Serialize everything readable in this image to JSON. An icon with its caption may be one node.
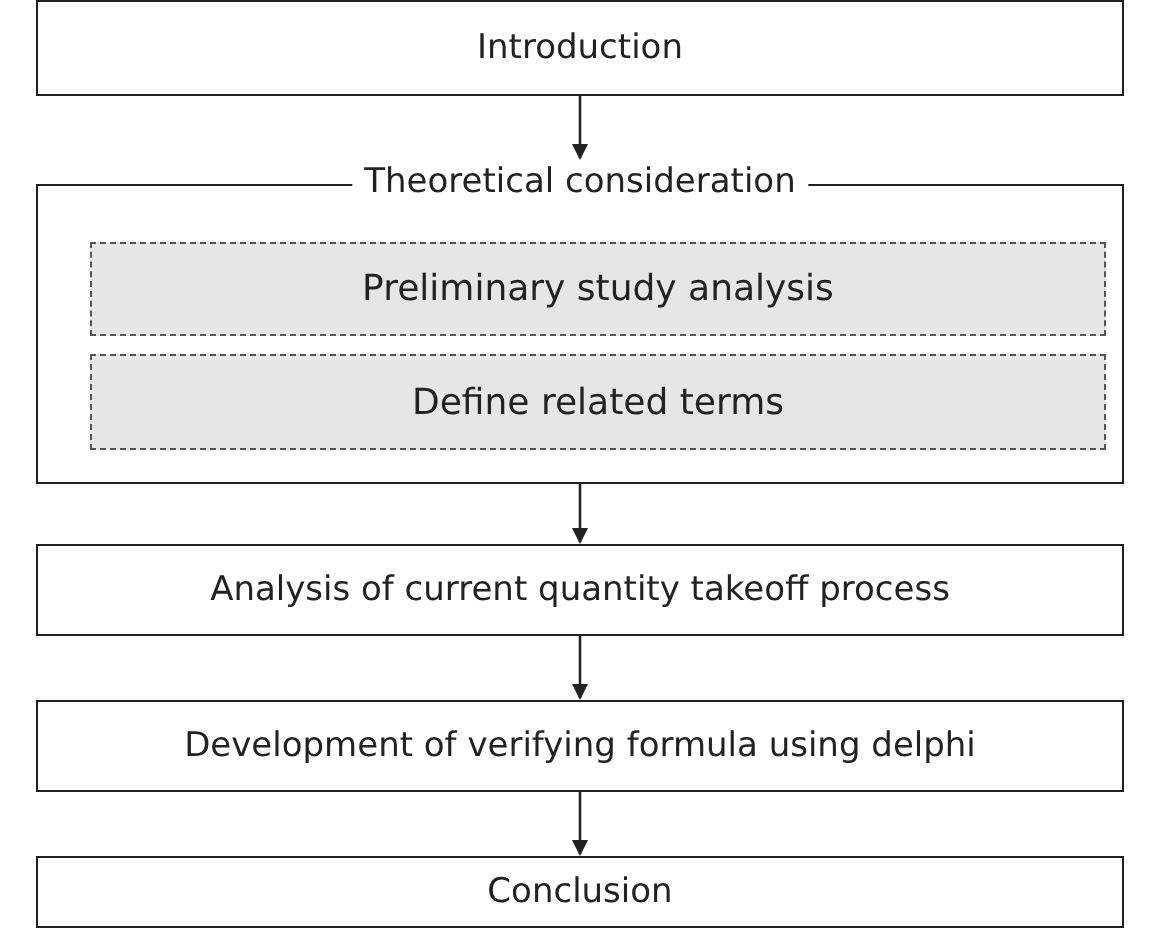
{
  "diagram": {
    "nodes": [
      {
        "text": [
          "Introduction"
        ]
      },
      {
        "text": [
          "Theoretical consideration"
        ]
      },
      {
        "text": [
          "Preliminary study analysis"
        ],
        "in": 1
      },
      {
        "text": [
          "Define related terms"
        ],
        "in": 1
      },
      {
        "text": [
          "Analysis of current quantity takeoff process"
        ]
      },
      {
        "text": [
          "Development of verifying formula using delphi"
        ]
      },
      {
        "text": [
          "Conclusion"
        ]
      }
    ],
    "edges": [
      {
        "from": 0,
        "to": 1,
        "arrow": "to"
      },
      {
        "from": 1,
        "to": 4,
        "arrow": "to"
      },
      {
        "from": 4,
        "to": 5,
        "arrow": "to"
      },
      {
        "from": 5,
        "to": 6,
        "arrow": "to"
      }
    ]
  }
}
